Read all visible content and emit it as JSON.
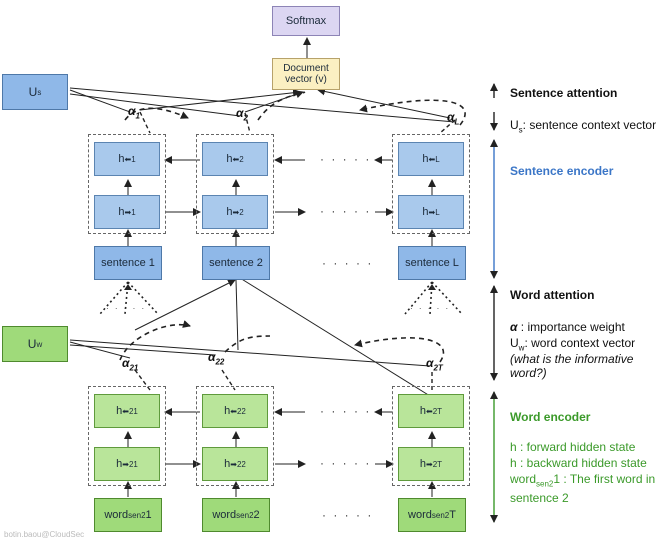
{
  "top": {
    "softmax": "Softmax",
    "document_vector": "Document vector (v)"
  },
  "context": {
    "us": "U",
    "us_sub": "s",
    "uw": "U",
    "uw_sub": "w"
  },
  "sentence_layer": {
    "hidden_fwd": [
      {
        "h": "h",
        "sub": "1"
      },
      {
        "h": "h",
        "sub": "2"
      },
      {
        "h": "h",
        "sub": "L"
      }
    ],
    "hidden_bwd": [
      {
        "h": "h",
        "sub": "1"
      },
      {
        "h": "h",
        "sub": "2"
      },
      {
        "h": "h",
        "sub": "L"
      }
    ],
    "sentences": [
      "sentence 1",
      "sentence 2",
      "sentence L"
    ],
    "alphas": [
      {
        "a": "α",
        "sub": "1"
      },
      {
        "a": "α",
        "sub": "2"
      },
      {
        "a": "α",
        "sub": "L"
      }
    ]
  },
  "word_layer": {
    "hidden_fwd": [
      {
        "h": "h",
        "sub": "21"
      },
      {
        "h": "h",
        "sub": "22"
      },
      {
        "h": "h",
        "sub": "2T"
      }
    ],
    "hidden_bwd": [
      {
        "h": "h",
        "sub": "21"
      },
      {
        "h": "h",
        "sub": "22"
      },
      {
        "h": "h",
        "sub": "2T"
      }
    ],
    "words": [
      {
        "w": "word",
        "sub": "sen2",
        "suffix": "1"
      },
      {
        "w": "word",
        "sub": "sen2",
        "suffix": "2"
      },
      {
        "w": "word",
        "sub": "sen2",
        "suffix": "T"
      }
    ],
    "alphas": [
      {
        "a": "α",
        "sub": "21"
      },
      {
        "a": "α",
        "sub": "22"
      },
      {
        "a": "α",
        "sub": "2T"
      }
    ]
  },
  "dots": "· · · · ·",
  "right_panel": {
    "sentence_attention": "Sentence attention",
    "us_desc_prefix": "U",
    "us_desc_sub": "s",
    "us_desc": ": sentence context vector",
    "sentence_encoder": "Sentence encoder",
    "word_attention": "Word attention",
    "alpha_symbol": "α",
    "alpha_desc": " : importance weight",
    "uw_desc_prefix": "U",
    "uw_desc_sub": "w",
    "uw_desc": ": word context vector",
    "informative": "(what is the informative word?)",
    "word_encoder": "Word encoder",
    "fwd_desc": "h : forward hidden state",
    "bwd_desc": "h : backward hidden state",
    "word_desc_prefix": "word",
    "word_desc_sub": "sen2",
    "word_desc": "1 : The first word in sentence 2"
  },
  "watermark": "botin.baou@CloudSec",
  "colors": {
    "sentence_blue": "#a9c9ec",
    "word_green": "#b9e59a",
    "softmax_purple": "#dcd6f2",
    "doc_yellow": "#fbf0c2",
    "sentence_encoder_text": "#3b76c7",
    "word_encoder_text": "#3b9a2a"
  }
}
